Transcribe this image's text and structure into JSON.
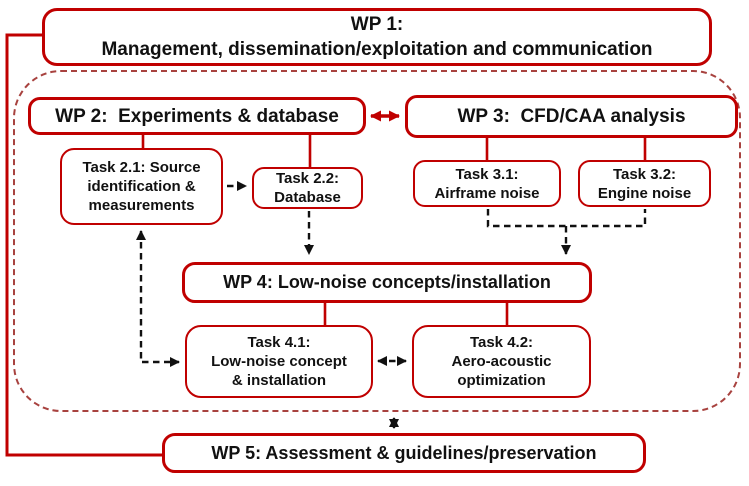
{
  "diagram": {
    "wp1": {
      "line1": "WP 1:",
      "line2": "Management, dissemination/exploitation and communication"
    },
    "wp2": {
      "label": "WP 2:  Experiments & database"
    },
    "wp3": {
      "label": "WP 3:  CFD/CAA analysis"
    },
    "task21": {
      "line1": "Task 2.1: Source",
      "line2": "identification &",
      "line3": "measurements"
    },
    "task22": {
      "line1": "Task 2.2:",
      "line2": "Database"
    },
    "task31": {
      "line1": "Task 3.1:",
      "line2": "Airframe noise"
    },
    "task32": {
      "line1": "Task 3.2:",
      "line2": "Engine noise"
    },
    "wp4": {
      "label": "WP 4: Low-noise concepts/installation"
    },
    "task41": {
      "line1": "Task 4.1:",
      "line2": "Low-noise concept",
      "line3": "& installation"
    },
    "task42": {
      "line1": "Task 4.2:",
      "line2": "Aero-acoustic",
      "line3": "optimization"
    },
    "wp5": {
      "label": "WP 5: Assessment & guidelines/preservation"
    },
    "colors": {
      "box_border_red": "#c00000",
      "container_dashed_red": "#a8423f",
      "dashed_arrow_black": "#111111",
      "text": "#111111"
    }
  }
}
